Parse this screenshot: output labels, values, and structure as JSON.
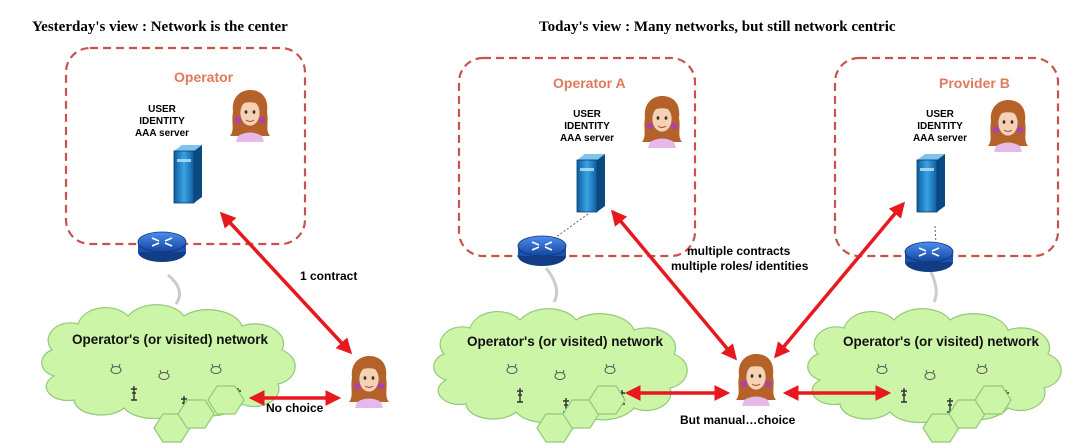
{
  "left": {
    "title": "Yesterday's view : Network is the center",
    "operator": {
      "name": "Operator",
      "server_lines": [
        "USER",
        "IDENTITY",
        "AAA server"
      ]
    },
    "network_label": "Operator's (or visited) network",
    "contract_label": "1 contract",
    "choice_label": "No choice"
  },
  "right": {
    "title": "Today's view : Many networks, but still network centric",
    "operator_a": {
      "name": "Operator A",
      "server_lines": [
        "USER",
        "IDENTITY",
        "AAA server"
      ]
    },
    "provider_b": {
      "name": "Provider B",
      "server_lines": [
        "USER",
        "IDENTITY",
        "AAA server"
      ]
    },
    "contracts_line1": "multiple contracts",
    "contracts_line2": "multiple roles/ identities",
    "network_a_label": "Operator's (or visited) network",
    "network_b_label": "Operator's (or visited) network",
    "choice_label": "But manual…choice"
  },
  "colors": {
    "dashed_border": "#c8524e",
    "operator_text": "#e07a5a",
    "cloud_fill": "#ccf5a8",
    "hex_fill": "#ccf5a8",
    "arrow": "#e8191e",
    "server_fill": "#1e88c8",
    "router_fill": "#1f5fc4"
  }
}
